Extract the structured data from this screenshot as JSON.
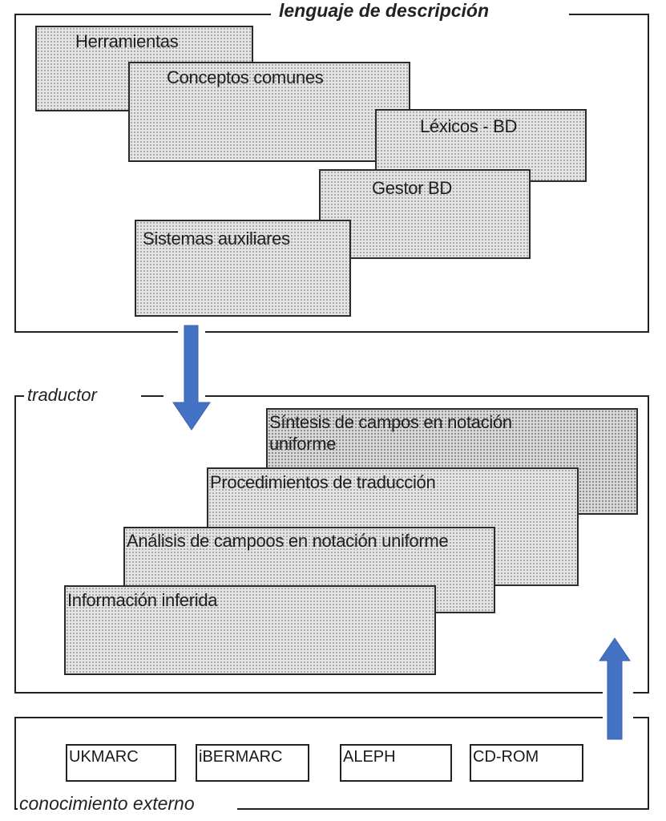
{
  "sections": {
    "top": {
      "label": "lenguaje de descripción"
    },
    "middle": {
      "label": "traductor"
    },
    "bottom": {
      "label": "conocimiento externo"
    }
  },
  "top_cards": [
    {
      "label": "Herramientas"
    },
    {
      "label": "Conceptos comunes"
    },
    {
      "label": "Léxicos - BD"
    },
    {
      "label": "Gestor BD"
    },
    {
      "label": "Sistemas auxiliares"
    }
  ],
  "middle_cards": [
    {
      "label": "Síntesis de campos en notación uniforme"
    },
    {
      "label": "Procedimientos de traducción"
    },
    {
      "label": "Análisis de campoos en notación uniforme"
    },
    {
      "label": "Información inferida"
    }
  ],
  "sources": [
    {
      "label": "UKMARC"
    },
    {
      "label": "iBERMARC"
    },
    {
      "label": "ALEPH"
    },
    {
      "label": "CD-ROM"
    }
  ],
  "arrows": [
    {
      "name": "down-arrow",
      "direction": "down",
      "from": "lenguaje de descripción",
      "to": "traductor"
    },
    {
      "name": "up-arrow",
      "direction": "up",
      "from": "conocimiento externo",
      "to": "traductor"
    }
  ],
  "colors": {
    "arrow": "#4472c4",
    "line": "#222222",
    "card_fill": "#e4e4e4"
  }
}
